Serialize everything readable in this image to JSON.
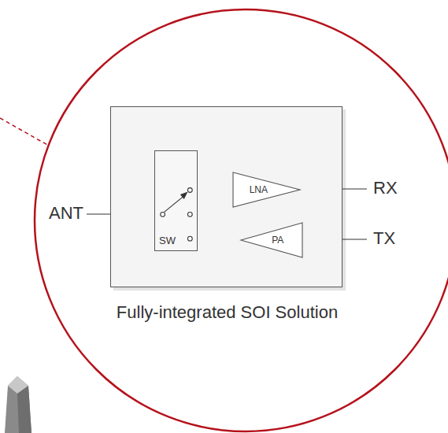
{
  "diagram": {
    "nodes": [
      {
        "text": [
          "Fully-integrated SOI Solution"
        ]
      },
      {
        "text": [
          "SW"
        ],
        "in": 0
      },
      {
        "text": [
          "LNA"
        ],
        "in": 0
      },
      {
        "text": [
          "PA"
        ],
        "in": 0
      }
    ],
    "edges": [
      {
        "from": 1,
        "to": 2,
        "arrow": "none"
      },
      {
        "from": 3,
        "to": 1,
        "arrow": "none"
      }
    ],
    "labels": [
      "ANT",
      "RX",
      "TX"
    ]
  }
}
